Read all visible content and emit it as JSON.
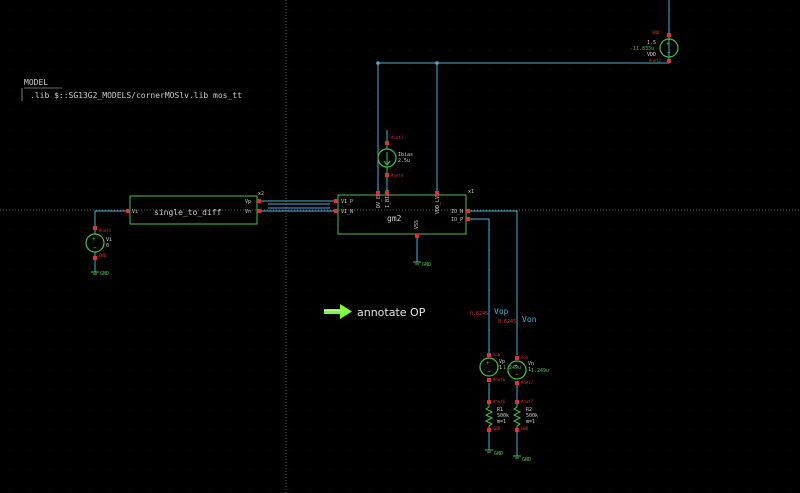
{
  "model_block": {
    "title": "MODEL",
    "lib_line": ".lib $::SG13G2_MODELS/cornerMOSlv.lib mos_tt"
  },
  "annotate": {
    "label": "annotate OP",
    "arrow_color": "#7cff3a"
  },
  "instances": {
    "single_to_diff": {
      "name": "single_to_diff",
      "ref": "x2",
      "pin_vi": "Vi",
      "pin_vp": "Vp",
      "pin_vn": "Vn"
    },
    "gm2": {
      "name": "gm2",
      "ref": "x1",
      "pin_vi_p": "VI_P",
      "pin_vi_n": "VI_N",
      "pin_dv_en": "DV_EN",
      "pin_i_bias": "I_BIAS",
      "pin_vdd": "VDD_LV5",
      "pin_io_n": "IO_N",
      "pin_io_p": "IO_P",
      "pin_vss": "VSS"
    }
  },
  "sources": {
    "vi": {
      "name": "Vi",
      "value": "0",
      "pin_top": "#net1",
      "pin_bot": "GND"
    },
    "ibias": {
      "name": "Ibias",
      "value": "2.5u",
      "pin_top": "#net3",
      "pin_bot": "#net4"
    },
    "vdd": {
      "name": "VDD",
      "value": "1.5",
      "current": "-11.833u",
      "pin_top": "GND",
      "pin_bot": "#net2"
    },
    "vp": {
      "name": "Vp",
      "value": "1",
      "current": "1.249u",
      "pin_top": "Vop",
      "pin_bot": "#net6"
    },
    "vn": {
      "name": "Vn",
      "value": "1",
      "current": "1.249u",
      "pin_top": "Von",
      "pin_bot": "#net7"
    }
  },
  "resistors": {
    "r1": {
      "name": "R1",
      "value": "500k",
      "mult": "m=1",
      "pin_top": "#net6",
      "pin_bot": "GND"
    },
    "r2": {
      "name": "R2",
      "value": "500k",
      "mult": "m=1",
      "pin_top": "#net7",
      "pin_bot": "GND"
    }
  },
  "nets": {
    "vop": {
      "label": "Vop",
      "voltage": "0.6245"
    },
    "von": {
      "label": "Von",
      "voltage": "0.6245"
    }
  },
  "grounds": {
    "label": "GND"
  },
  "colors": {
    "background": "#000000",
    "wire": "#4ab0d6",
    "symbol": "#46c24a",
    "pin": "#e0303a",
    "box": "#46c24a",
    "text": "#cfcfcf"
  }
}
